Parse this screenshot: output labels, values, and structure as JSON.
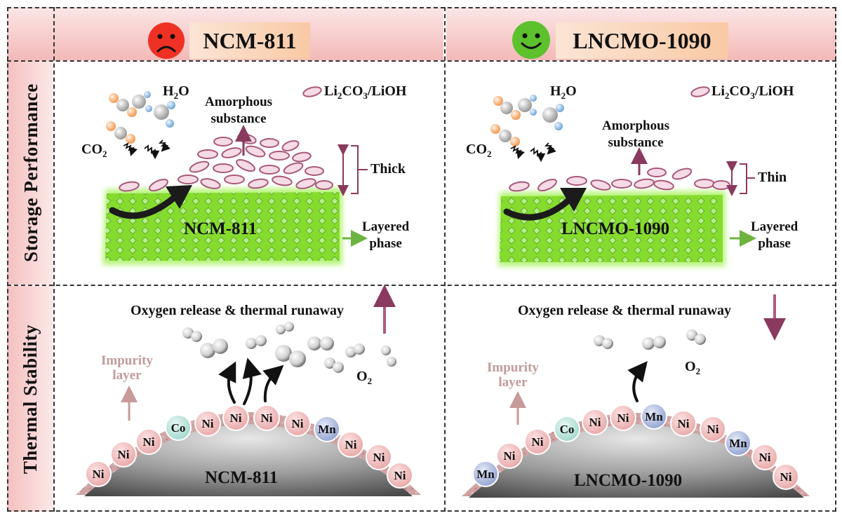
{
  "header": {
    "left_title": "NCM-811",
    "right_title": "LNCMO-1090",
    "left_face_icon": "sad-face-icon",
    "right_face_icon": "happy-face-icon"
  },
  "rows": {
    "storage_label": "Storage Performance",
    "thermal_label": "Thermal Stability"
  },
  "storage": {
    "h2o": "H",
    "h2o_sub": "2",
    "h2o_tail": "O",
    "co2": "CO",
    "co2_sub": "2",
    "li_prefix": "Li",
    "li_sub1": "2",
    "li_mid": "CO",
    "li_sub2": "3",
    "li_tail": "/LiOH",
    "amorphous_line1": "Amorphous",
    "amorphous_line2": "substance",
    "layered_line1": "Layered",
    "layered_line2": "phase",
    "left": {
      "slab_label": "NCM-811",
      "thickness_label": "Thick"
    },
    "right": {
      "slab_label": "LNCMO-1090",
      "thickness_label": "Thin"
    }
  },
  "thermal": {
    "oxygen_release": "Oxygen release",
    "amp": "&",
    "thermal_runaway": "thermal runaway",
    "o2": "O",
    "o2_sub": "2",
    "impurity_line1": "Impurity",
    "impurity_line2": "layer",
    "left": {
      "particle_label": "NCM-811",
      "atoms": [
        "Ni",
        "Ni",
        "Ni",
        "Co",
        "Ni",
        "Ni",
        "Ni",
        "Ni",
        "Mn",
        "Ni",
        "Ni",
        "Ni"
      ]
    },
    "right": {
      "particle_label": "LNCMO-1090",
      "atoms": [
        "Mn",
        "Ni",
        "Ni",
        "Co",
        "Ni",
        "Ni",
        "Mn",
        "Ni",
        "Ni",
        "Mn",
        "Ni",
        "Ni"
      ]
    }
  },
  "colors": {
    "header_pink": "#f3b9b8",
    "title_orange": "#f9c9a4",
    "sad_face": "#ee3124",
    "happy_face": "#5cc12d",
    "crystal_green": "#7fd82b",
    "lithium_salt": "#b0607a",
    "arrow_purple": "#8a3a5e",
    "atom_ni": "#f0b9b9",
    "atom_co": "#b8e4dc",
    "atom_mn": "#a9b7dc",
    "impurity_layer": "#c99a9a"
  }
}
